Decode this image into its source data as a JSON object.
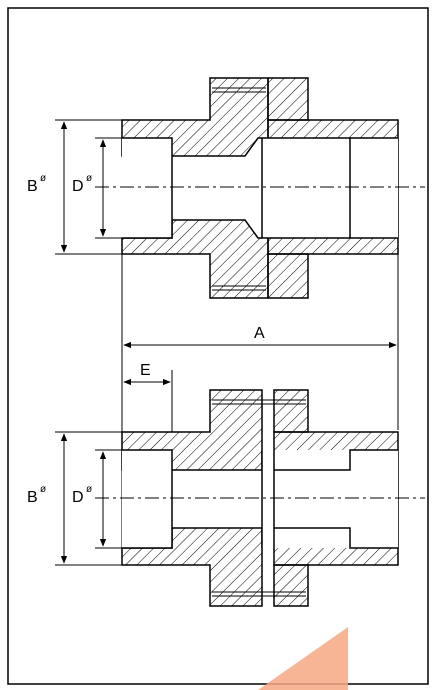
{
  "drawing": {
    "dimensions": {
      "overall_length": "A",
      "socket_depth": "E",
      "outer_diameter": "B",
      "inner_diameter": "D",
      "diameter_symbol": "ø"
    },
    "views": [
      {
        "name": "union-assembled-view-top"
      },
      {
        "name": "union-exploded-view-bottom"
      }
    ],
    "colors": {
      "line": "#000000",
      "watermark": "#f7a884",
      "frame": "#000000"
    }
  }
}
